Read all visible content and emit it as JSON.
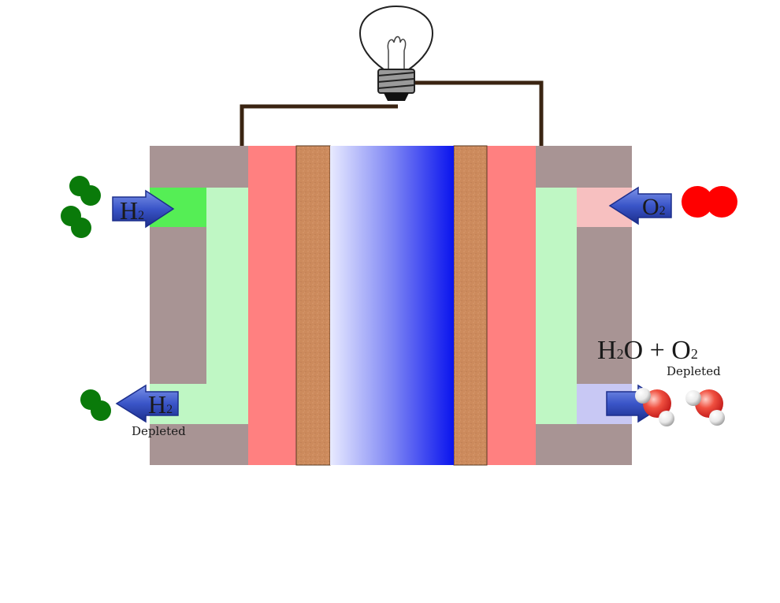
{
  "labels": {
    "h2_in_main": "H",
    "h2_in_sub": "2",
    "o2_in_main": "O",
    "o2_in_sub": "2",
    "h2_out_main": "H",
    "h2_out_sub": "2",
    "h2_out_note": "Depleted",
    "product_h": "H",
    "product_sub1": "2",
    "product_rest": "O + O",
    "product_sub2": "2",
    "product_note": "Depleted"
  },
  "colors": {
    "housing": "#a89494",
    "hydrogen_channel": "#55ee55",
    "gas_diffusion": "#bff7c4",
    "electrode_red": "#ff8080",
    "catalyst_brown": "#cc8a5c",
    "membrane_light": "#e8eaff",
    "membrane_dark": "#0a14ee",
    "oxygen_channel": "#f7c0c0",
    "exhaust_channel": "#c8c8f4",
    "arrow_blue": "#3a55c8",
    "molecule_green": "#0a7a0a",
    "molecule_red": "#ff0000",
    "wire": "#3a2412"
  },
  "icons": {
    "bulb": "light-bulb-icon",
    "h2_molecule": "hydrogen-molecule-icon",
    "o2_molecule": "oxygen-molecule-icon",
    "water_molecule": "water-molecule-icon"
  }
}
